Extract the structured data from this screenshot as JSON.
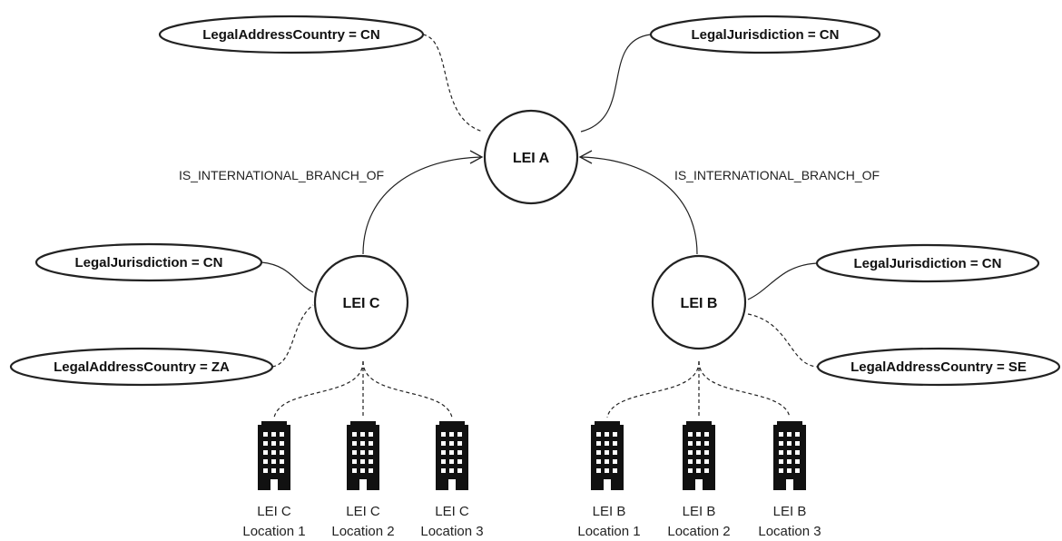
{
  "nodes": {
    "lei_a": "LEI A",
    "lei_b": "LEI B",
    "lei_c": "LEI C"
  },
  "attributes": {
    "a_address": "LegalAddressCountry = CN",
    "a_jurisdiction": "LegalJurisdiction = CN",
    "c_jurisdiction": "LegalJurisdiction = CN",
    "c_address": "LegalAddressCountry = ZA",
    "b_jurisdiction": "LegalJurisdiction = CN",
    "b_address": "LegalAddressCountry = SE"
  },
  "edges": {
    "c_to_a": "IS_INTERNATIONAL_BRANCH_OF",
    "b_to_a": "IS_INTERNATIONAL_BRANCH_OF"
  },
  "locations": {
    "c": [
      {
        "entity": "LEI C",
        "name": "Location 1"
      },
      {
        "entity": "LEI C",
        "name": "Location 2"
      },
      {
        "entity": "LEI C",
        "name": "Location 3"
      }
    ],
    "b": [
      {
        "entity": "LEI B",
        "name": "Location 1"
      },
      {
        "entity": "LEI B",
        "name": "Location 2"
      },
      {
        "entity": "LEI B",
        "name": "Location 3"
      }
    ]
  },
  "icon": "building-icon"
}
